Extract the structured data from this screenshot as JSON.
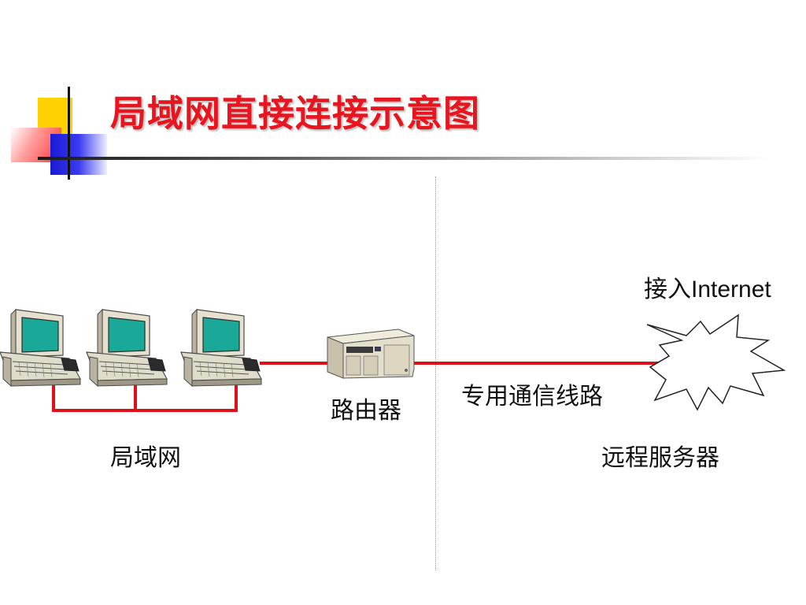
{
  "title": "局域网直接连接示意图",
  "labels": {
    "lan": "局域网",
    "router": "路由器",
    "line": "专用通信线路",
    "remote": "远程服务器",
    "internet_prefix": "接入",
    "internet_word": "Internet"
  },
  "colors": {
    "title": "#e8141e",
    "link": "#e0101a",
    "screen": "#1aa898"
  }
}
